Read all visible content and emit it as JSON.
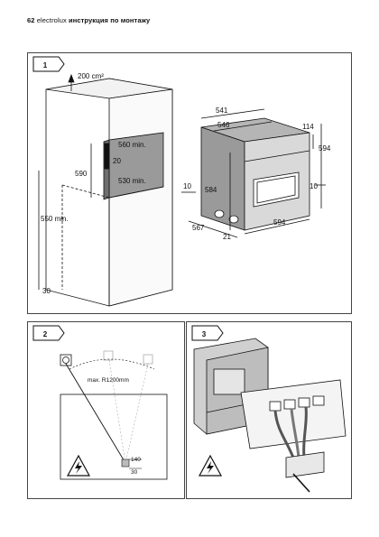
{
  "header": {
    "page_number": "62",
    "brand": "electrolux",
    "title": "инструкция по монтажу"
  },
  "figure1": {
    "step": "1",
    "labels": {
      "vent": "200 cm²",
      "d560": "560 min.",
      "d20": "20",
      "d590": "590",
      "d530": "530 min.",
      "d550": "550 min.",
      "d30": "30",
      "d541": "541",
      "d546": "546",
      "d114": "114",
      "d594r": "594",
      "d10a": "10",
      "d584": "584",
      "d10b": "10",
      "d567": "567",
      "d21": "21",
      "d594b": "594"
    }
  },
  "figure2": {
    "step": "2",
    "labels": {
      "radius": "max. R1200mm",
      "d140": "140",
      "d30": "30"
    }
  },
  "figure3": {
    "step": "3"
  }
}
